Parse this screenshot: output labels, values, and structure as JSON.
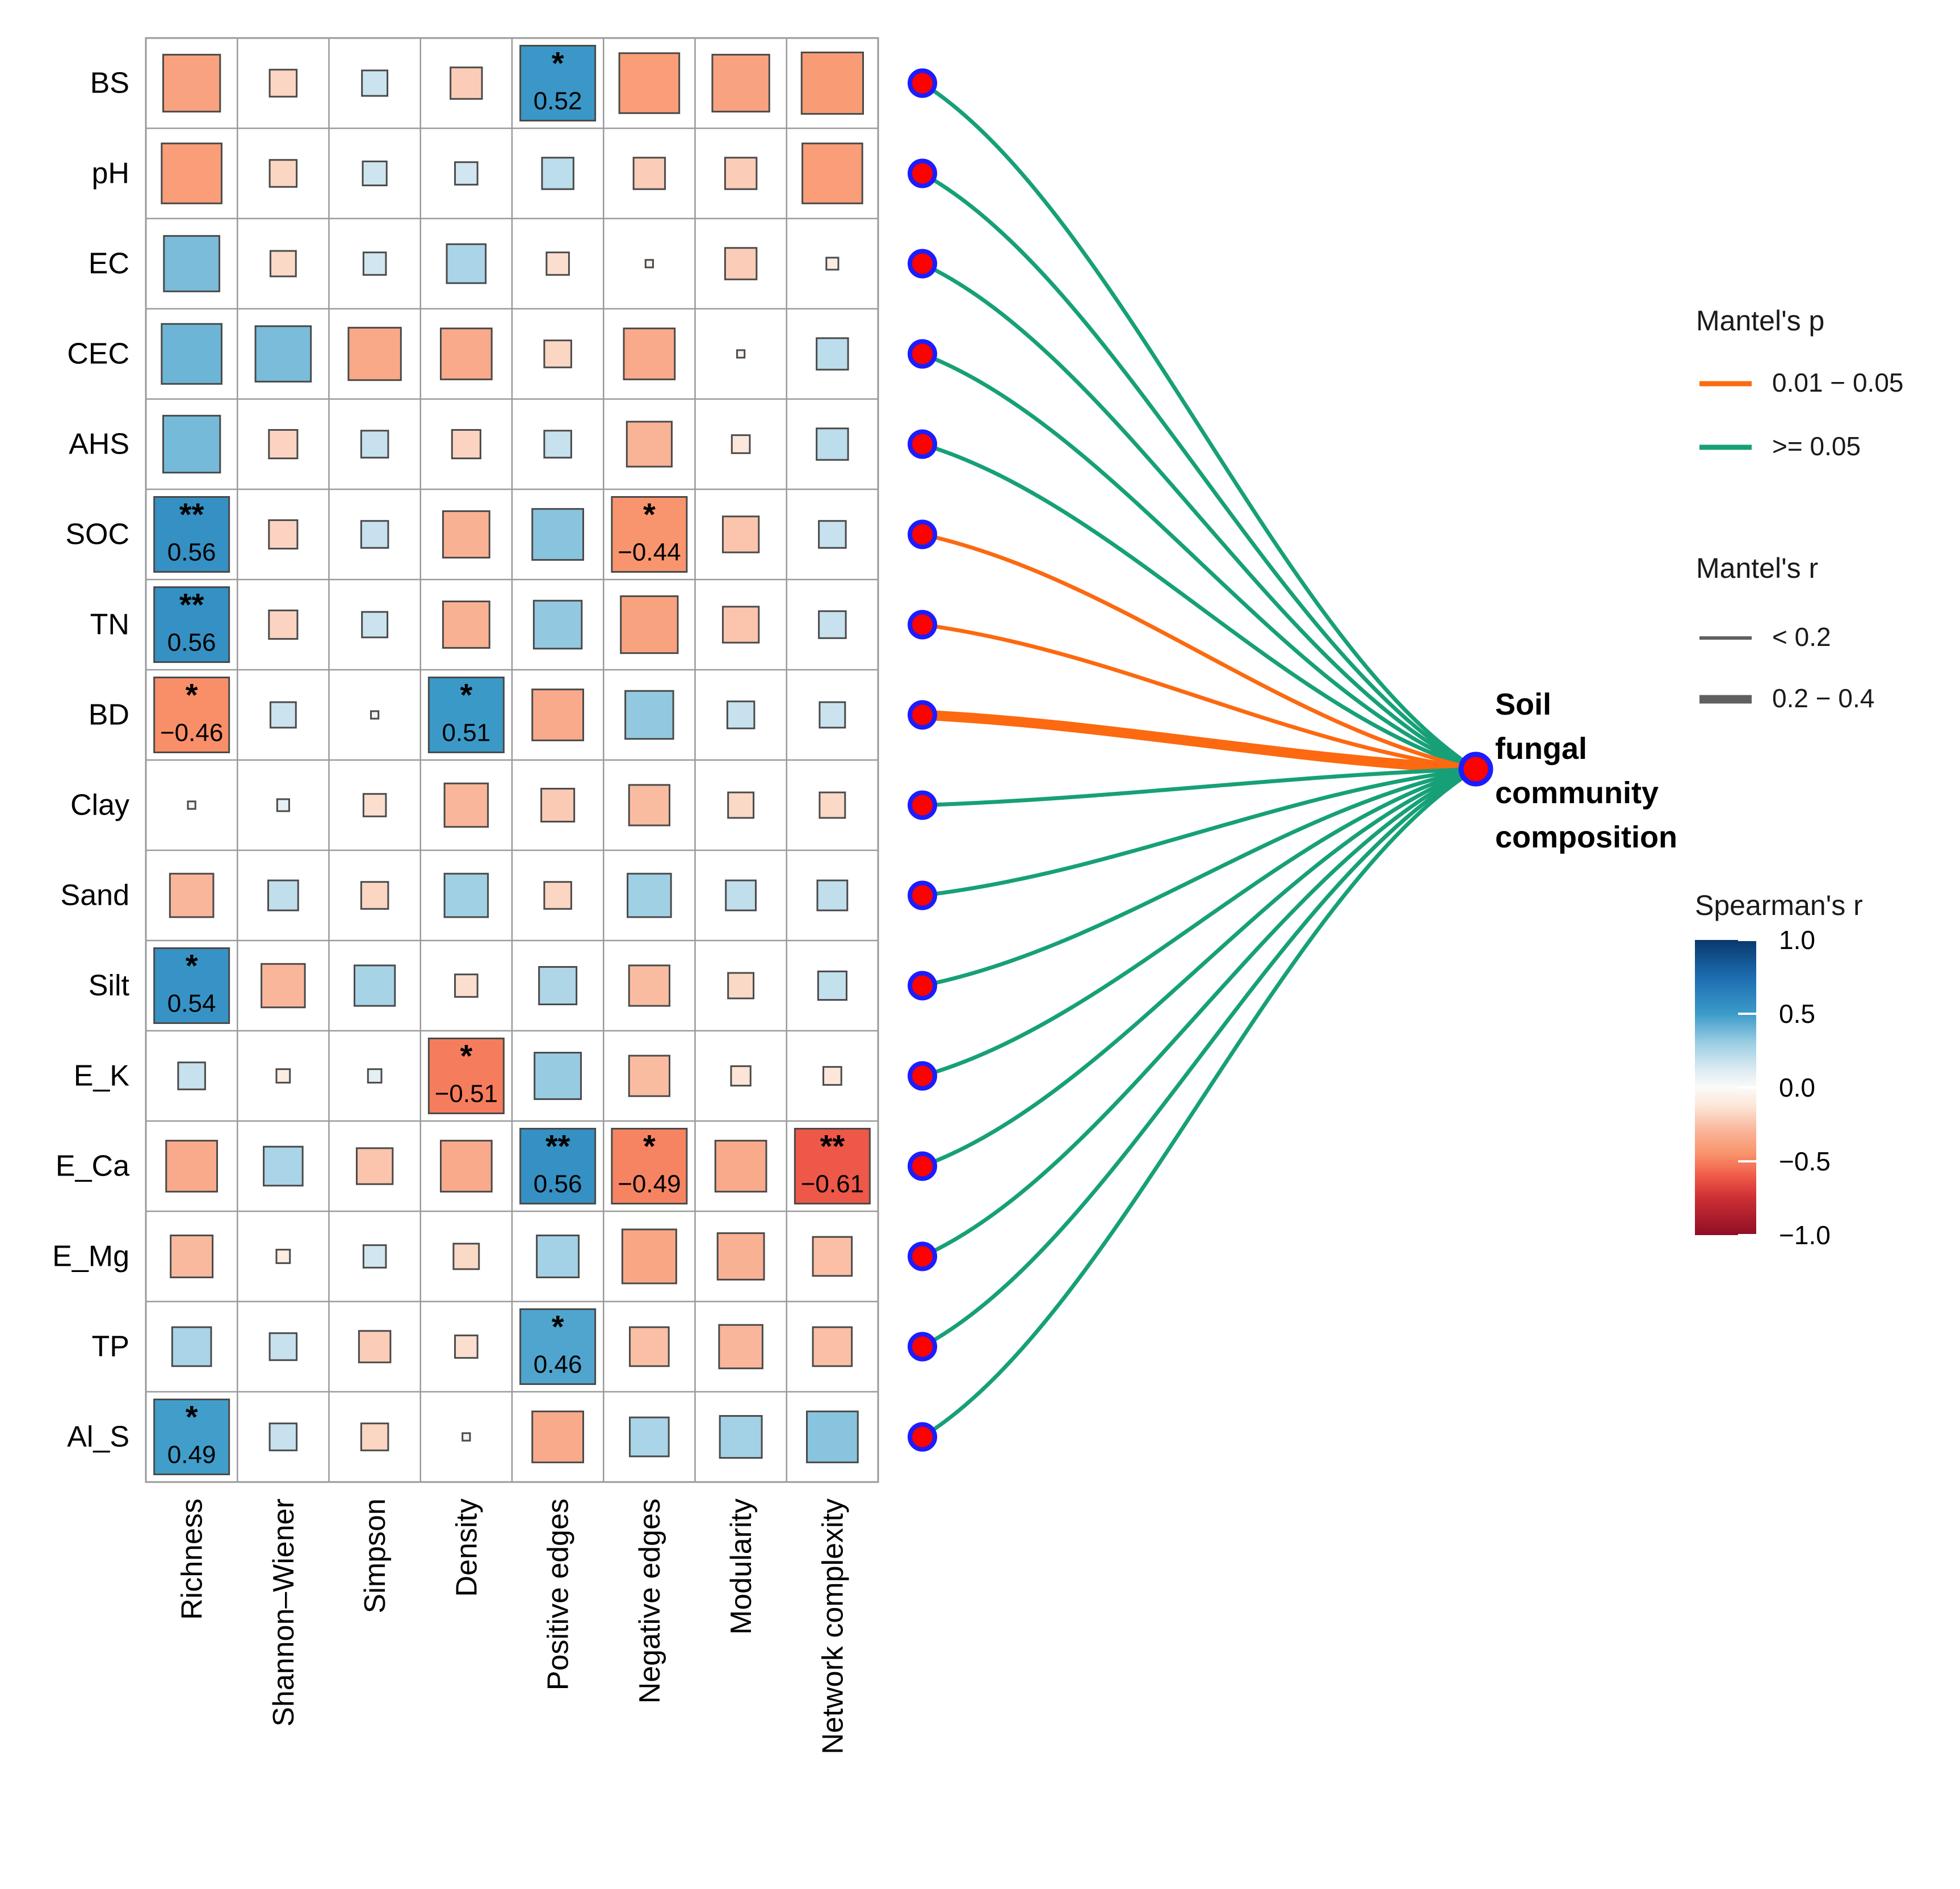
{
  "chart_data": {
    "type": "heatmap",
    "subtype": "correlation-matrix-with-mantel-network",
    "columns": [
      "Richness",
      "Shannon–Wiener",
      "Simpson",
      "Density",
      "Positive edges",
      "Negative edges",
      "Modularity",
      "Network complexity"
    ],
    "rows": [
      "BS",
      "pH",
      "EC",
      "CEC",
      "AHS",
      "SOC",
      "TN",
      "BD",
      "Clay",
      "Sand",
      "Silt",
      "E_K",
      "E_Ca",
      "E_Mg",
      "TP",
      "Al_S"
    ],
    "spearman_r": [
      [
        -0.38,
        -0.18,
        0.17,
        -0.21,
        0.52,
        -0.4,
        -0.38,
        -0.41
      ],
      [
        -0.4,
        -0.18,
        0.16,
        0.15,
        0.21,
        -0.21,
        -0.21,
        -0.4
      ],
      [
        0.37,
        -0.17,
        0.15,
        0.26,
        -0.15,
        -0.05,
        -0.21,
        -0.08
      ],
      [
        0.4,
        0.37,
        -0.35,
        -0.34,
        -0.18,
        -0.34,
        -0.05,
        0.21
      ],
      [
        0.38,
        -0.19,
        0.18,
        -0.19,
        0.18,
        -0.3,
        -0.12,
        0.21
      ],
      [
        0.56,
        -0.19,
        0.18,
        -0.31,
        0.34,
        -0.44,
        -0.24,
        0.18
      ],
      [
        0.56,
        -0.19,
        0.17,
        -0.31,
        0.32,
        -0.38,
        -0.24,
        0.18
      ],
      [
        -0.46,
        0.17,
        0.05,
        0.51,
        -0.34,
        0.32,
        0.18,
        0.17
      ],
      [
        -0.05,
        0.08,
        -0.15,
        -0.29,
        -0.22,
        -0.27,
        -0.17,
        -0.17
      ],
      [
        -0.29,
        0.2,
        -0.18,
        0.29,
        -0.18,
        0.29,
        0.2,
        0.2
      ],
      [
        0.54,
        -0.29,
        0.27,
        -0.15,
        0.25,
        -0.27,
        -0.17,
        0.19
      ],
      [
        0.18,
        -0.09,
        0.09,
        -0.51,
        0.31,
        -0.27,
        -0.13,
        -0.12
      ],
      [
        -0.34,
        0.26,
        -0.24,
        -0.34,
        0.56,
        -0.49,
        -0.34,
        -0.61
      ],
      [
        -0.28,
        -0.09,
        0.15,
        -0.17,
        0.28,
        -0.36,
        -0.31,
        -0.26
      ],
      [
        0.26,
        0.18,
        -0.21,
        -0.15,
        0.46,
        -0.26,
        -0.29,
        -0.26
      ],
      [
        0.49,
        0.18,
        -0.18,
        0.05,
        -0.34,
        0.26,
        0.28,
        0.34
      ]
    ],
    "significance": [
      [
        "",
        "",
        "",
        "",
        "*",
        "",
        "",
        ""
      ],
      [
        "",
        "",
        "",
        "",
        "",
        "",
        "",
        ""
      ],
      [
        "",
        "",
        "",
        "",
        "",
        "",
        "",
        ""
      ],
      [
        "",
        "",
        "",
        "",
        "",
        "",
        "",
        ""
      ],
      [
        "",
        "",
        "",
        "",
        "",
        "",
        "",
        ""
      ],
      [
        "**",
        "",
        "",
        "",
        "",
        "*",
        "",
        ""
      ],
      [
        "**",
        "",
        "",
        "",
        "",
        "",
        "",
        ""
      ],
      [
        "*",
        "",
        "",
        "*",
        "",
        "",
        "",
        ""
      ],
      [
        "",
        "",
        "",
        "",
        "",
        "",
        "",
        ""
      ],
      [
        "",
        "",
        "",
        "",
        "",
        "",
        "",
        ""
      ],
      [
        "*",
        "",
        "",
        "",
        "",
        "",
        "",
        ""
      ],
      [
        "",
        "",
        "",
        "*",
        "",
        "",
        "",
        ""
      ],
      [
        "",
        "",
        "",
        "",
        "**",
        "*",
        "",
        "**"
      ],
      [
        "",
        "",
        "",
        "",
        "",
        "",
        "",
        ""
      ],
      [
        "",
        "",
        "",
        "",
        "*",
        "",
        "",
        ""
      ],
      [
        "*",
        "",
        "",
        "",
        "",
        "",
        "",
        ""
      ]
    ],
    "node_label": "Soil fungal community composition",
    "node_label_lines": [
      "Soil",
      "fungal",
      "community",
      "composition"
    ],
    "node_color": {
      "fill": "#FE0101",
      "ring": "#1C1CFF"
    },
    "mantel_edges": [
      {
        "from": "BS",
        "mantel_p": ">= 0.05",
        "mantel_r": "< 0.2"
      },
      {
        "from": "pH",
        "mantel_p": ">= 0.05",
        "mantel_r": "< 0.2"
      },
      {
        "from": "EC",
        "mantel_p": ">= 0.05",
        "mantel_r": "< 0.2"
      },
      {
        "from": "CEC",
        "mantel_p": ">= 0.05",
        "mantel_r": "< 0.2"
      },
      {
        "from": "AHS",
        "mantel_p": ">= 0.05",
        "mantel_r": "< 0.2"
      },
      {
        "from": "SOC",
        "mantel_p": "0.01 − 0.05",
        "mantel_r": "< 0.2"
      },
      {
        "from": "TN",
        "mantel_p": "0.01 − 0.05",
        "mantel_r": "< 0.2"
      },
      {
        "from": "BD",
        "mantel_p": "0.01 − 0.05",
        "mantel_r": "0.2 − 0.4"
      },
      {
        "from": "Clay",
        "mantel_p": ">= 0.05",
        "mantel_r": "< 0.2"
      },
      {
        "from": "Sand",
        "mantel_p": ">= 0.05",
        "mantel_r": "< 0.2"
      },
      {
        "from": "Silt",
        "mantel_p": ">= 0.05",
        "mantel_r": "< 0.2"
      },
      {
        "from": "E_K",
        "mantel_p": ">= 0.05",
        "mantel_r": "< 0.2"
      },
      {
        "from": "E_Ca",
        "mantel_p": ">= 0.05",
        "mantel_r": "< 0.2"
      },
      {
        "from": "E_Mg",
        "mantel_p": ">= 0.05",
        "mantel_r": "< 0.2"
      },
      {
        "from": "TP",
        "mantel_p": ">= 0.05",
        "mantel_r": "< 0.2"
      },
      {
        "from": "Al_S",
        "mantel_p": ">= 0.05",
        "mantel_r": "< 0.2"
      }
    ],
    "legend": {
      "mantel_p": {
        "title": "Mantel's p",
        "items": [
          {
            "label": "0.01 − 0.05",
            "color": "#FC6910"
          },
          {
            "label": ">= 0.05",
            "color": "#17A077"
          }
        ]
      },
      "mantel_r": {
        "title": "Mantel's r",
        "color": "#606060",
        "items": [
          {
            "label": "< 0.2",
            "thickness": "thin"
          },
          {
            "label": "0.2 − 0.4",
            "thickness": "thick"
          }
        ]
      },
      "spearman": {
        "title": "Spearman's r",
        "ticks": [
          "1.0",
          "0.5",
          "0.0",
          "−0.5",
          "−1.0"
        ],
        "range": [
          1.0,
          -1.0
        ]
      }
    },
    "palette_rdbu": [
      [
        1.0,
        "#09386D"
      ],
      [
        0.75,
        "#1D6CB0"
      ],
      [
        0.5,
        "#3C9BC9"
      ],
      [
        0.3,
        "#9CCEE3"
      ],
      [
        0.12,
        "#DCEBF3"
      ],
      [
        0.0,
        "#FBFAF8"
      ],
      [
        -0.12,
        "#FCE7DA"
      ],
      [
        -0.3,
        "#F9B396"
      ],
      [
        -0.45,
        "#F9936B"
      ],
      [
        -0.6,
        "#EF5B49"
      ],
      [
        -0.75,
        "#CC2F33"
      ],
      [
        -1.0,
        "#8F0E25"
      ]
    ]
  }
}
